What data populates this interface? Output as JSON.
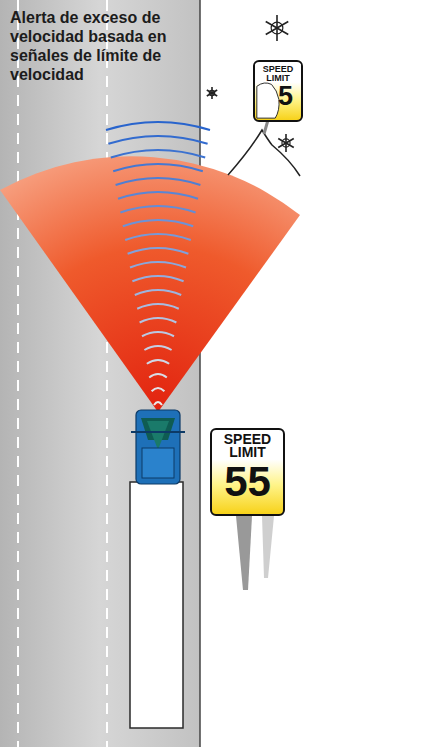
{
  "diagram": {
    "title": "Alerta de exceso de velocidad basada en señales de límite de velocidad",
    "nodes": [
      {
        "text": [
          "SPEED LIMIT",
          "5"
        ]
      },
      {
        "text": [
          "SPEED LIMIT",
          "55"
        ]
      }
    ]
  }
}
